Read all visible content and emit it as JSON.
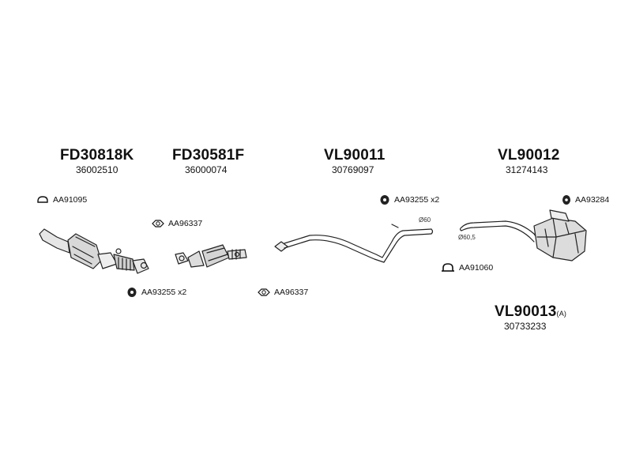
{
  "parts": [
    {
      "code": "FD30818K",
      "number": "36002510"
    },
    {
      "code": "FD30581F",
      "number": "36000074"
    },
    {
      "code": "VL90011",
      "number": "30769097"
    },
    {
      "code": "VL90012",
      "number": "31274143"
    },
    {
      "code": "VL90013",
      "suffix": "(A)",
      "number": "30733233"
    }
  ],
  "accessories": {
    "a1": "AA91095",
    "a2": "AA96337",
    "a3": "AA93255 x2",
    "a4": "AA96337",
    "a5": "AA93255 x2",
    "a6": "AA93284",
    "a7": "AA91060"
  },
  "dimensions": {
    "d1": "Ø60",
    "d2": "Ø60,5"
  }
}
